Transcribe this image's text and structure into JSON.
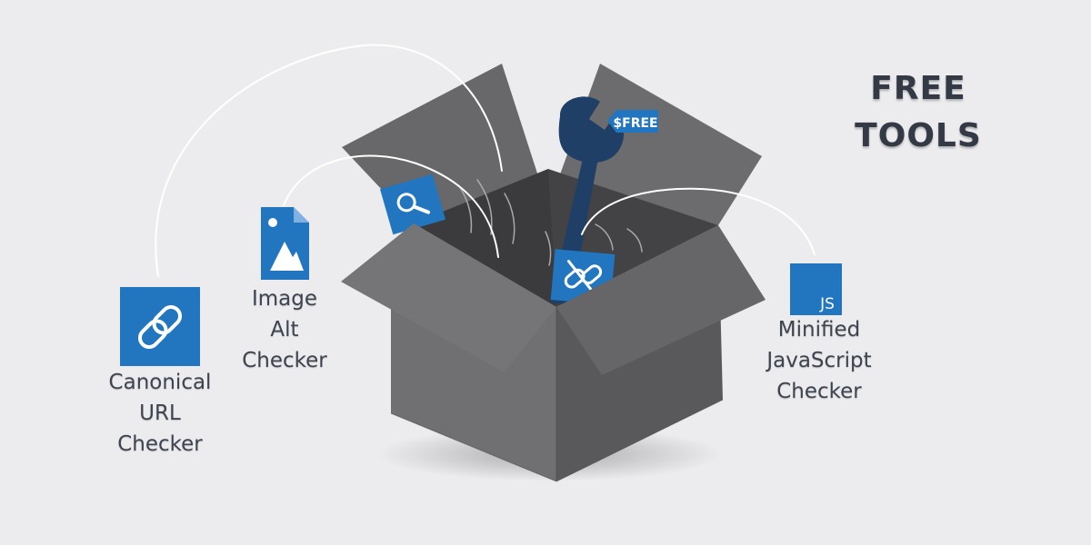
{
  "headline": {
    "line1": "FREE",
    "line2": "TOOLS"
  },
  "tag": {
    "text": "$FREE"
  },
  "tools": {
    "canonical": {
      "lines": [
        "Canonical",
        "URL",
        "Checker"
      ],
      "icon": "chain-link-icon"
    },
    "image_alt": {
      "lines": [
        "Image",
        "Alt",
        "Checker"
      ],
      "icon": "image-file-icon"
    },
    "minified_js": {
      "lines": [
        "Minified",
        "JavaScript",
        "Checker"
      ],
      "icon": "js-file-icon",
      "icon_text": "JS"
    }
  },
  "colors": {
    "background": "#ececee",
    "accent": "#2276bf",
    "box_dark": "#545456",
    "box_light": "#6e6e70",
    "text": "#3e4450"
  }
}
